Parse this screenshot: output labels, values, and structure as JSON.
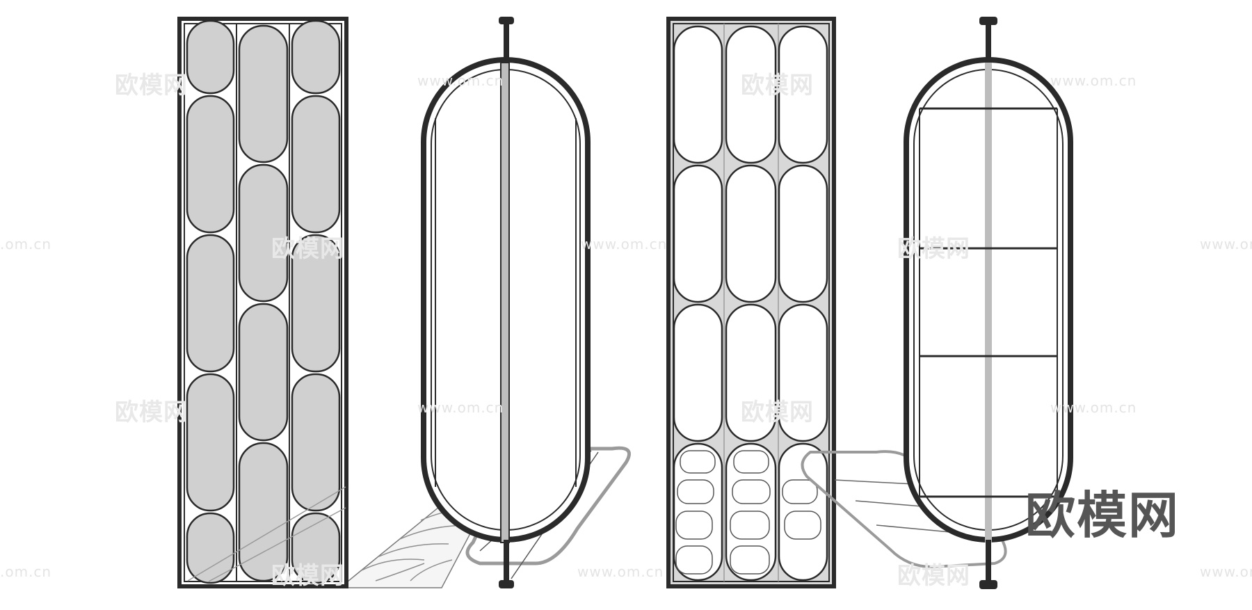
{
  "watermarks": {
    "cn": "欧模网",
    "url": "www.om.cn",
    "url_left": ".om.cn",
    "url_right": "www.om"
  },
  "logo_text": "欧模网",
  "colors": {
    "frame": "#2a2a2a",
    "fill_grey": "#d0d0d0",
    "line_grey": "#444444",
    "shadow": "#9a9a9a",
    "pole_light": "#bdbdbd"
  },
  "panels": [
    {
      "name": "panel-1-staggered-grey-ovals"
    },
    {
      "name": "panel-2-oval-mirror-screen"
    },
    {
      "name": "panel-3-three-column-ovals"
    },
    {
      "name": "panel-4-oval-screen-with-crossbars"
    }
  ]
}
